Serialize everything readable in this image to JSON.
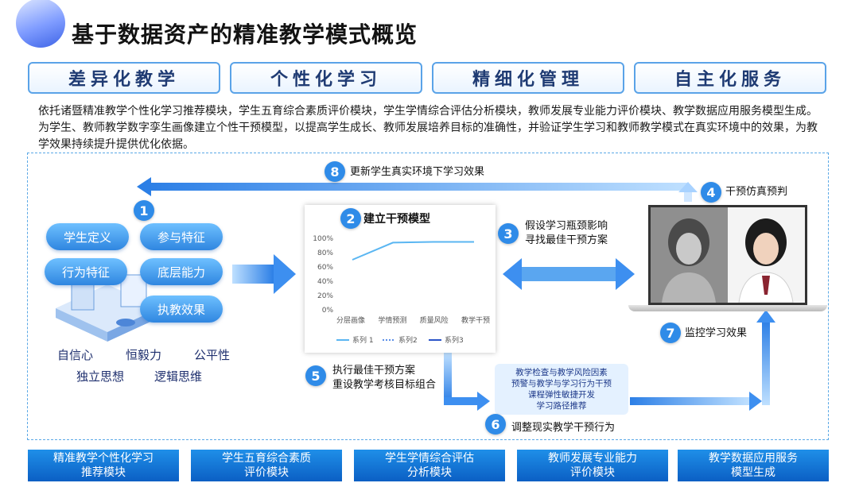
{
  "header": {
    "title": "基于数据资产的精准教学模式概览"
  },
  "pillars": [
    "差异化教学",
    "个性化学习",
    "精细化管理",
    "自主化服务"
  ],
  "intro": "依托诸暨精准教学个性化学习推荐模块，学生五育综合素质评价模块，学生学情综合评估分析模块，教师发展专业能力评价模块、教学数据应用服务模型生成。为学生、教师教学数字孪生画像建立个性干预模型，以提高学生成长、教师发展培养目标的准确性，并验证学生学习和教师教学模式在真实环境中的效果，为教学效果持续提升提供优化依据。",
  "steps": {
    "s1": {
      "num": "1"
    },
    "s2": {
      "num": "2",
      "label": "建立干预模型"
    },
    "s3": {
      "num": "3",
      "line1": "假设学习瓶颈影响",
      "line2": "寻找最佳干预方案"
    },
    "s4": {
      "num": "4",
      "label": "干预仿真预判"
    },
    "s5": {
      "num": "5",
      "line1": "执行最佳干预方案",
      "line2": "重设教学考核目标组合"
    },
    "s6": {
      "num": "6",
      "label": "调整现实教学干预行为"
    },
    "s7": {
      "num": "7",
      "label": "监控学习效果"
    },
    "s8": {
      "num": "8",
      "label": "更新学生真实环境下学习效果"
    }
  },
  "tags": [
    "学生定义",
    "参与特征",
    "行为特征",
    "底层能力",
    "执教效果"
  ],
  "traits": [
    "自信心",
    "恒毅力",
    "公平性",
    "独立思想",
    "逻辑思维"
  ],
  "process_box": [
    "教学检查与教学风险因素",
    "预警与教学与学习行为干预",
    "课程弹性敏捷开发",
    "学习路径推荐"
  ],
  "modules": [
    {
      "line1": "精准教学个性化学习",
      "line2": "推荐模块"
    },
    {
      "line1": "学生五育综合素质",
      "line2": "评价模块"
    },
    {
      "line1": "学生学情综合评估",
      "line2": "分析模块"
    },
    {
      "line1": "教师发展专业能力",
      "line2": "评价模块"
    },
    {
      "line1": "教学数据应用服务",
      "line2": "模型生成"
    }
  ],
  "colors": {
    "accent": "#2f8be8",
    "module_bg": "#0b6fd6",
    "arrow": "#3d8ff0",
    "border": "#5aa8e6"
  },
  "icons": [
    "student-data-isometric-icon",
    "digital-twin-portraits"
  ],
  "chart_data": {
    "type": "line",
    "categories": [
      "分层画像",
      "学情预测",
      "质量风险",
      "教学干预"
    ],
    "yticks": [
      "0%",
      "20%",
      "40%",
      "60%",
      "80%",
      "100%"
    ],
    "ylim": [
      0,
      100
    ],
    "series": [
      {
        "name": "系列 1",
        "color": "#5ab6f2",
        "style": "solid",
        "values": [
          70,
          94,
          95,
          95
        ]
      },
      {
        "name": "系列2",
        "color": "#5a8ee8",
        "style": "dotted",
        "values": []
      },
      {
        "name": "系列3",
        "color": "#2b55c8",
        "style": "solid",
        "values": []
      }
    ]
  }
}
